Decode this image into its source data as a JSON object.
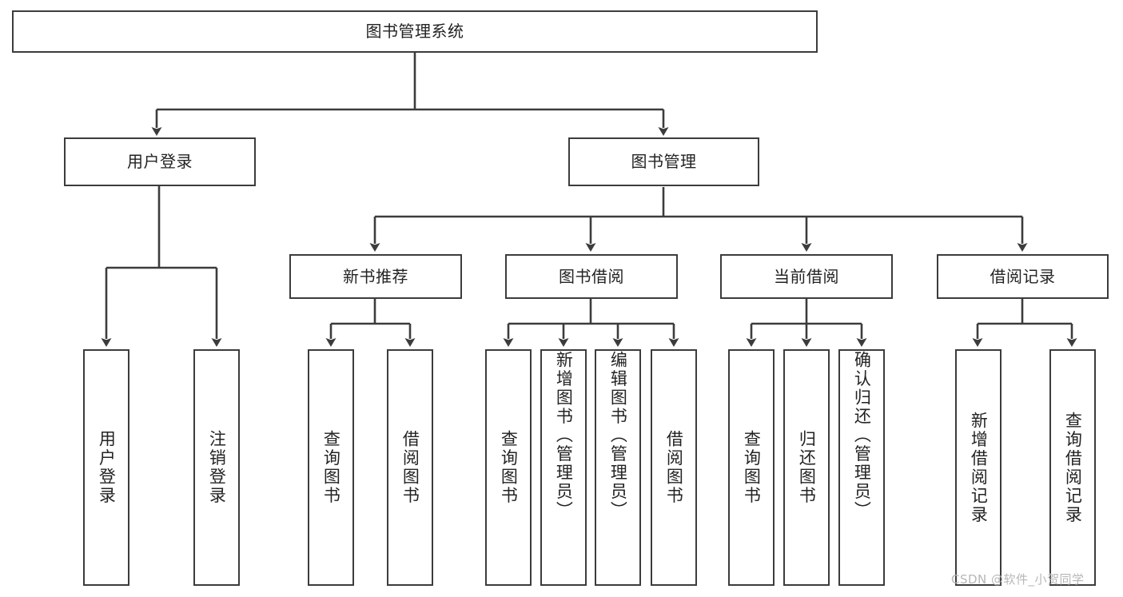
{
  "diagram": {
    "type": "tree",
    "title": "图书管理系统",
    "root": {
      "label": "图书管理系统"
    },
    "level1": [
      {
        "label": "用户登录"
      },
      {
        "label": "图书管理"
      }
    ],
    "level2": [
      {
        "label": "新书推荐"
      },
      {
        "label": "图书借阅"
      },
      {
        "label": "当前借阅"
      },
      {
        "label": "借阅记录"
      }
    ],
    "leaves": {
      "user_login": [
        {
          "label": "用户登录"
        },
        {
          "label": "注销登录"
        }
      ],
      "new_book_recommend": [
        {
          "label": "查询图书"
        },
        {
          "label": "借阅图书"
        }
      ],
      "book_borrow": [
        {
          "label": "查询图书"
        },
        {
          "label": "新增图书（管理员）"
        },
        {
          "label": "编辑图书（管理员）"
        },
        {
          "label": "借阅图书"
        }
      ],
      "current_borrow": [
        {
          "label": "查询图书"
        },
        {
          "label": "归还图书"
        },
        {
          "label": "确认归还（管理员）"
        }
      ],
      "borrow_record": [
        {
          "label": "新增借阅记录"
        },
        {
          "label": "查询借阅记录"
        }
      ]
    }
  },
  "watermark": {
    "text": "CSDN @软件_小贺同学"
  },
  "colors": {
    "line": "#3c3c3c",
    "box_fill": "#ffffff",
    "text": "#232323",
    "watermark": "#b7b7b7"
  }
}
